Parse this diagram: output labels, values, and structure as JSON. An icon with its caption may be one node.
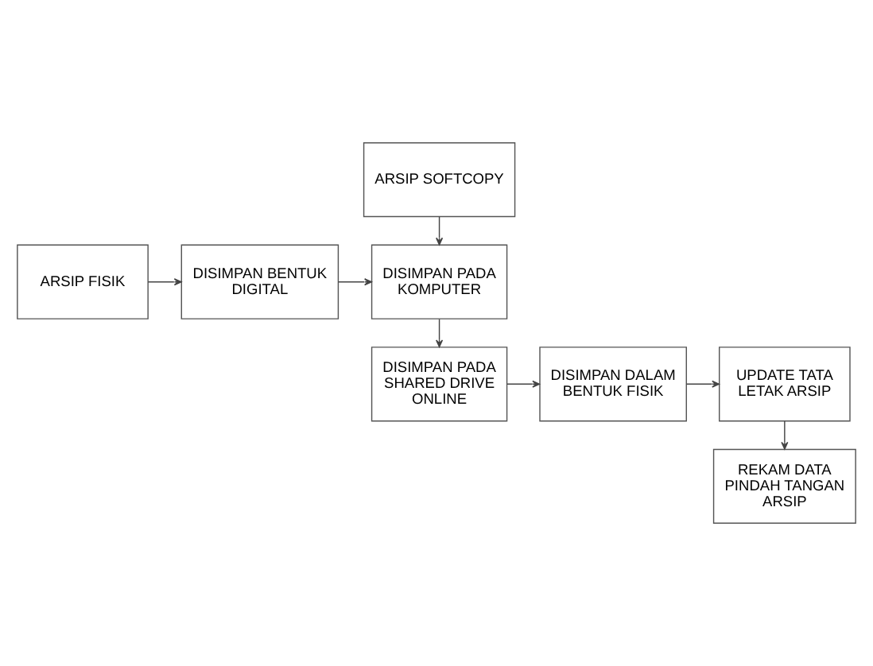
{
  "diagram": {
    "nodes": [
      {
        "text": [
          "ARSIP SOFTCOPY"
        ]
      },
      {
        "text": [
          "ARSIP FISIK"
        ]
      },
      {
        "text": [
          "DISIMPAN BENTUK DIGITAL"
        ]
      },
      {
        "text": [
          "DISIMPAN PADA KOMPUTER"
        ]
      },
      {
        "text": [
          "DISIMPAN PADA SHARED DRIVE ONLINE"
        ]
      },
      {
        "text": [
          "DISIMPAN DALAM BENTUK FISIK"
        ]
      },
      {
        "text": [
          "UPDATE TATA LETAK ARSIP"
        ]
      },
      {
        "text": [
          "REKAM DATA PINDAH TANGAN ARSIP"
        ]
      }
    ],
    "edges": [
      {
        "from": 0,
        "to": 3,
        "arrow": "to"
      },
      {
        "from": 1,
        "to": 2,
        "arrow": "to"
      },
      {
        "from": 2,
        "to": 3,
        "arrow": "to"
      },
      {
        "from": 3,
        "to": 4,
        "arrow": "to"
      },
      {
        "from": 4,
        "to": 5,
        "arrow": "to"
      },
      {
        "from": 5,
        "to": 6,
        "arrow": "to"
      },
      {
        "from": 6,
        "to": 7,
        "arrow": "to"
      }
    ]
  }
}
